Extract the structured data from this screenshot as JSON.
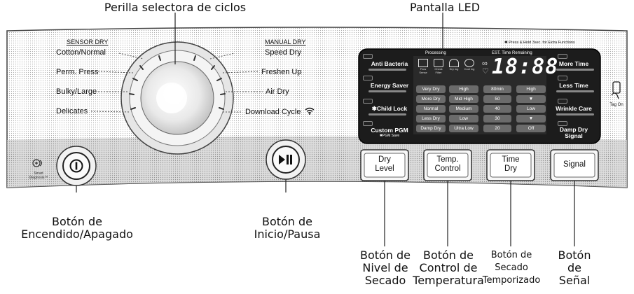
{
  "callouts": {
    "cycle_selector": "Perilla selectora de ciclos",
    "led_display": "Pantalla LED",
    "power_button_l1": "Botón de",
    "power_button_l2": "Encendido/Apagado",
    "start_button_l1": "Botón de",
    "start_button_l2": "Inicio/Pausa",
    "dry_level_l1": "Botón de",
    "dry_level_l2": "Nivel de",
    "dry_level_l3": "Secado",
    "temp_control_l1": "Botón de",
    "temp_control_l2": "Control de",
    "temp_control_l3": "Temperatura",
    "time_dry_l1": "Botón de",
    "time_dry_l2": "Secado",
    "time_dry_l3": "Temporizado",
    "signal_l1": "Botón",
    "signal_l2": "de",
    "signal_l3": "Señal"
  },
  "panel": {
    "sensor_dry_header": "SENSOR DRY",
    "manual_dry_header": "MANUAL DRY",
    "left_cycles": [
      "Cotton/Normal",
      "Perm. Press",
      "Bulky/Large",
      "Delicates"
    ],
    "right_cycles": [
      "Speed Dry",
      "Freshen Up",
      "Air Dry",
      "Download Cycle"
    ],
    "press_hold_note": "✱ Press & Hold 3sec. for Extra Functions",
    "smart_diagnosis": "Smart Diagnosis™",
    "tag_on": "Tag On"
  },
  "display": {
    "processing": "Processing",
    "est_time": "EST. Time Remaining",
    "time_digits": "18:88",
    "status_icons": [
      "Flow Sense",
      "Check Filter",
      "Dry ing",
      "Cool ing"
    ],
    "left_options": [
      "Anti Bacteria",
      "Energy Saver",
      "✱Child Lock",
      "Custom PGM"
    ],
    "custom_pgm_sub": "✱PGM Save",
    "right_options": [
      "More Time",
      "Less Time",
      "Wrinkle Care",
      "Damp Dry Signal"
    ],
    "grid": [
      [
        "Very Dry",
        "High",
        "80min",
        "High"
      ],
      [
        "More Dry",
        "Mid High",
        "50",
        "▼"
      ],
      [
        "Normal",
        "Medium",
        "40",
        "Low"
      ],
      [
        "Less Dry",
        "Low",
        "30",
        "▼"
      ],
      [
        "Damp Dry",
        "Ultra Low",
        "20",
        "Off"
      ]
    ]
  },
  "buttons": {
    "dry_level_l1": "Dry",
    "dry_level_l2": "Level",
    "temp_control_l1": "Temp.",
    "temp_control_l2": "Control",
    "time_dry_l1": "Time",
    "time_dry_l2": "Dry",
    "signal": "Signal"
  }
}
